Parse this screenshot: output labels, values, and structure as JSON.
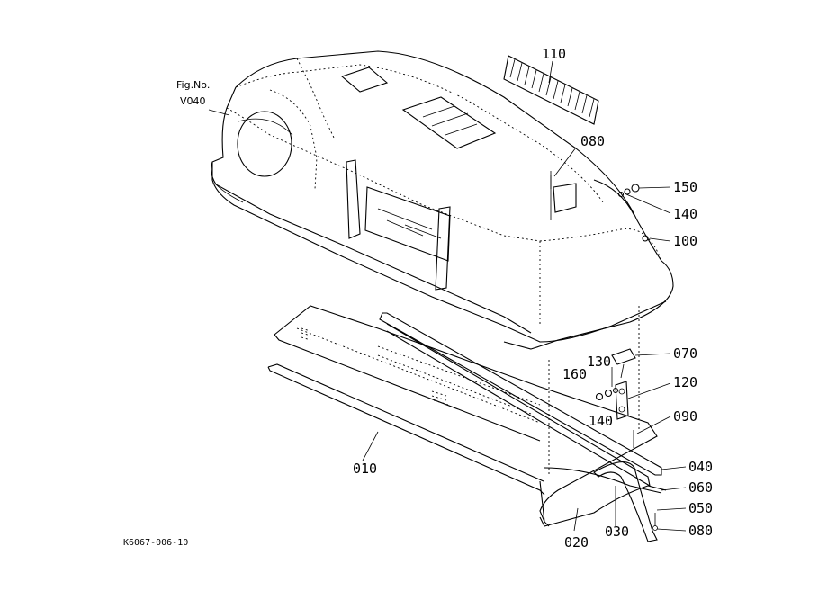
{
  "figure_ref": {
    "line1": "Fig.No.",
    "line2": "V040"
  },
  "drawing_code": "K6067-006-10",
  "callouts": {
    "p110": "110",
    "p080_top": "080",
    "p150": "150",
    "p140_top": "140",
    "p100": "100",
    "p070": "070",
    "p130": "130",
    "p160": "160",
    "p120": "120",
    "p140_mid": "140",
    "p090": "090",
    "p010": "010",
    "p040": "040",
    "p060": "060",
    "p050": "050",
    "p020": "020",
    "p030": "030",
    "p080_bot": "080"
  }
}
